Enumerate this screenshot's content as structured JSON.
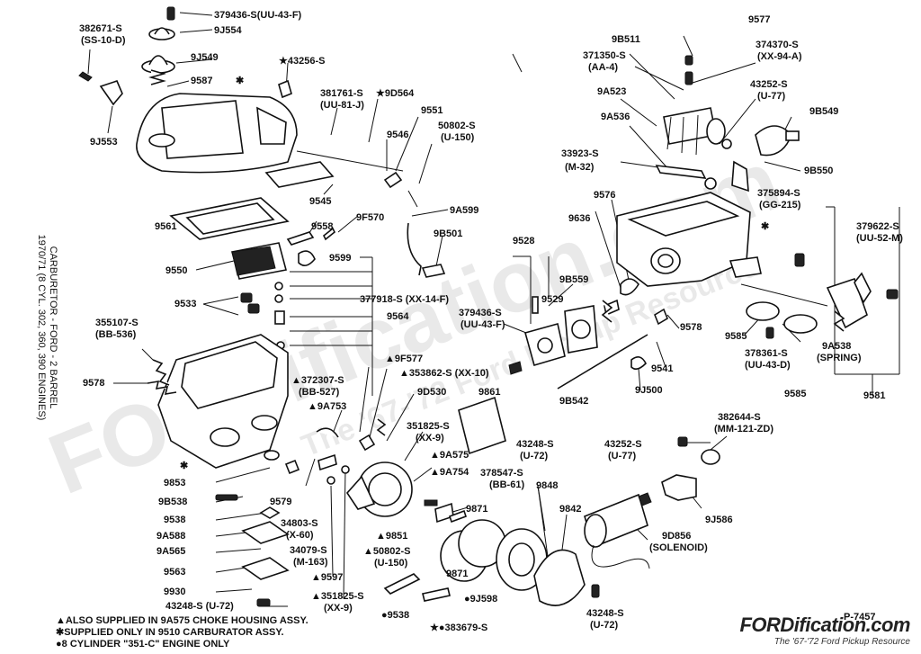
{
  "title_lines": [
    "CARBURETOR - FORD - 2 BARREL",
    "1970/71 (8 CYL. 302, 360, 390 ENGINES)"
  ],
  "watermark": {
    "main": "FORDification.com",
    "sub": "The '67-'72 Ford Pickup Resource"
  },
  "figure_number": "P-7457",
  "notes": [
    "▲ALSO SUPPLIED IN 9A575 CHOKE HOUSING ASSY.",
    "✱SUPPLIED ONLY IN 9510 CARBURATOR ASSY.",
    "●8 CYLINDER \"351-C\" ENGINE ONLY"
  ],
  "labels": {
    "l379436_top": "379436-S(UU-43-F)",
    "l382671": "382671-S",
    "l382671b": "(SS-10-D)",
    "l9J554": "9J554",
    "l9J549": "9J549",
    "l43256": "★43256-S",
    "l9587": "9587",
    "l9J553": "9J553",
    "lstar1": "✱",
    "l381761": "381761-S",
    "l381761b": "(UU-81-J)",
    "l9D564": "★9D564",
    "l9551": "9551",
    "l50802top": "50802-S",
    "l50802topb": "(U-150)",
    "l9546": "9546",
    "l9545": "9545",
    "l9561": "9561",
    "l9558": "9558",
    "l9F570": "9F570",
    "l9A599": "9A599",
    "l9B501": "9B501",
    "l9550": "9550",
    "l9599": "9599",
    "l377918": "377918-S (XX-14-F)",
    "l9533": "9533",
    "l9564": "9564",
    "l355107": "355107-S",
    "l355107b": "(BB-536)",
    "l9578left": "9578",
    "l372307": "▲372307-S",
    "l372307b": "(BB-527)",
    "l9F577": "▲9F577",
    "l353862": "▲353862-S (XX-10)",
    "l9A753": "▲9A753",
    "l9D530": "9D530",
    "l351825top": "351825-S",
    "l351825topb": "(XX-9)",
    "l9A575": "▲9A575",
    "l9853": "9853",
    "lstar2": "✱",
    "l9B538": "9B538",
    "l9538": "9538",
    "l9579": "9579",
    "l9A754": "▲9A754",
    "l34803": "34803-S",
    "l34803b": "(X-60)",
    "l9A588": "9A588",
    "l9A565": "9A565",
    "l34079": "34079-S",
    "l34079b": "(M-163)",
    "l9851": "▲9851",
    "l50802mid": "▲50802-S",
    "l50802midb": "(U-150)",
    "l9563": "9563",
    "l9597": "▲9597",
    "l9930": "9930",
    "l43248left": "43248-S (U-72)",
    "l351825bot": "▲351825-S",
    "l351825botb": "(XX-9)",
    "l9538bot": "●9538",
    "l9J598": "●9J598",
    "l383679": "★●383679-S",
    "l9577": "9577",
    "l9B511": "9B511",
    "l374370": "374370-S",
    "l374370b": "(XX-94-A)",
    "l371350": "371350-S",
    "l371350b": "(AA-4)",
    "l43252top": "43252-S",
    "l43252topb": "(U-77)",
    "l9A523": "9A523",
    "l9B549": "9B549",
    "l9A536": "9A536",
    "l33923": "33923-S",
    "l33923b": "(M-32)",
    "l9B550": "9B550",
    "l375894": "375894-S",
    "l375894b": "(GG-215)",
    "l9576": "9576",
    "l9636": "9636",
    "l379622": "379622-S",
    "l379622b": "(UU-52-M)",
    "l9528": "9528",
    "lstar3": "✱",
    "l9B559": "9B559",
    "l9529": "9529",
    "l379436mid": "379436-S",
    "l379436midb": "(UU-43-F)",
    "l9578right": "9578",
    "l9585a": "9585",
    "l378361": "378361-S",
    "l378361b": "(UU-43-D)",
    "l9A538": "9A538",
    "l9A538b": "(SPRING)",
    "l9541": "9541",
    "l9J500": "9J500",
    "l9B542": "9B542",
    "l9585b": "9585",
    "l9581": "9581",
    "l9861": "9861",
    "l43248mid": "43248-S",
    "l43248midb": "(U-72)",
    "l382644": "382644-S",
    "l382644b": "(MM-121-ZD)",
    "l43252bot": "43252-S",
    "l43252botb": "(U-77)",
    "l378547": "378547-S",
    "l378547b": "(BB-61)",
    "l9848": "9848",
    "l9871a": "9871",
    "l9842": "9842",
    "l9J586": "9J586",
    "l9D856": "9D856",
    "l9D856b": "(SOLENOID)",
    "l9871b": "9871",
    "l43248bot": "43248-S",
    "l43248botb": "(U-72)"
  }
}
